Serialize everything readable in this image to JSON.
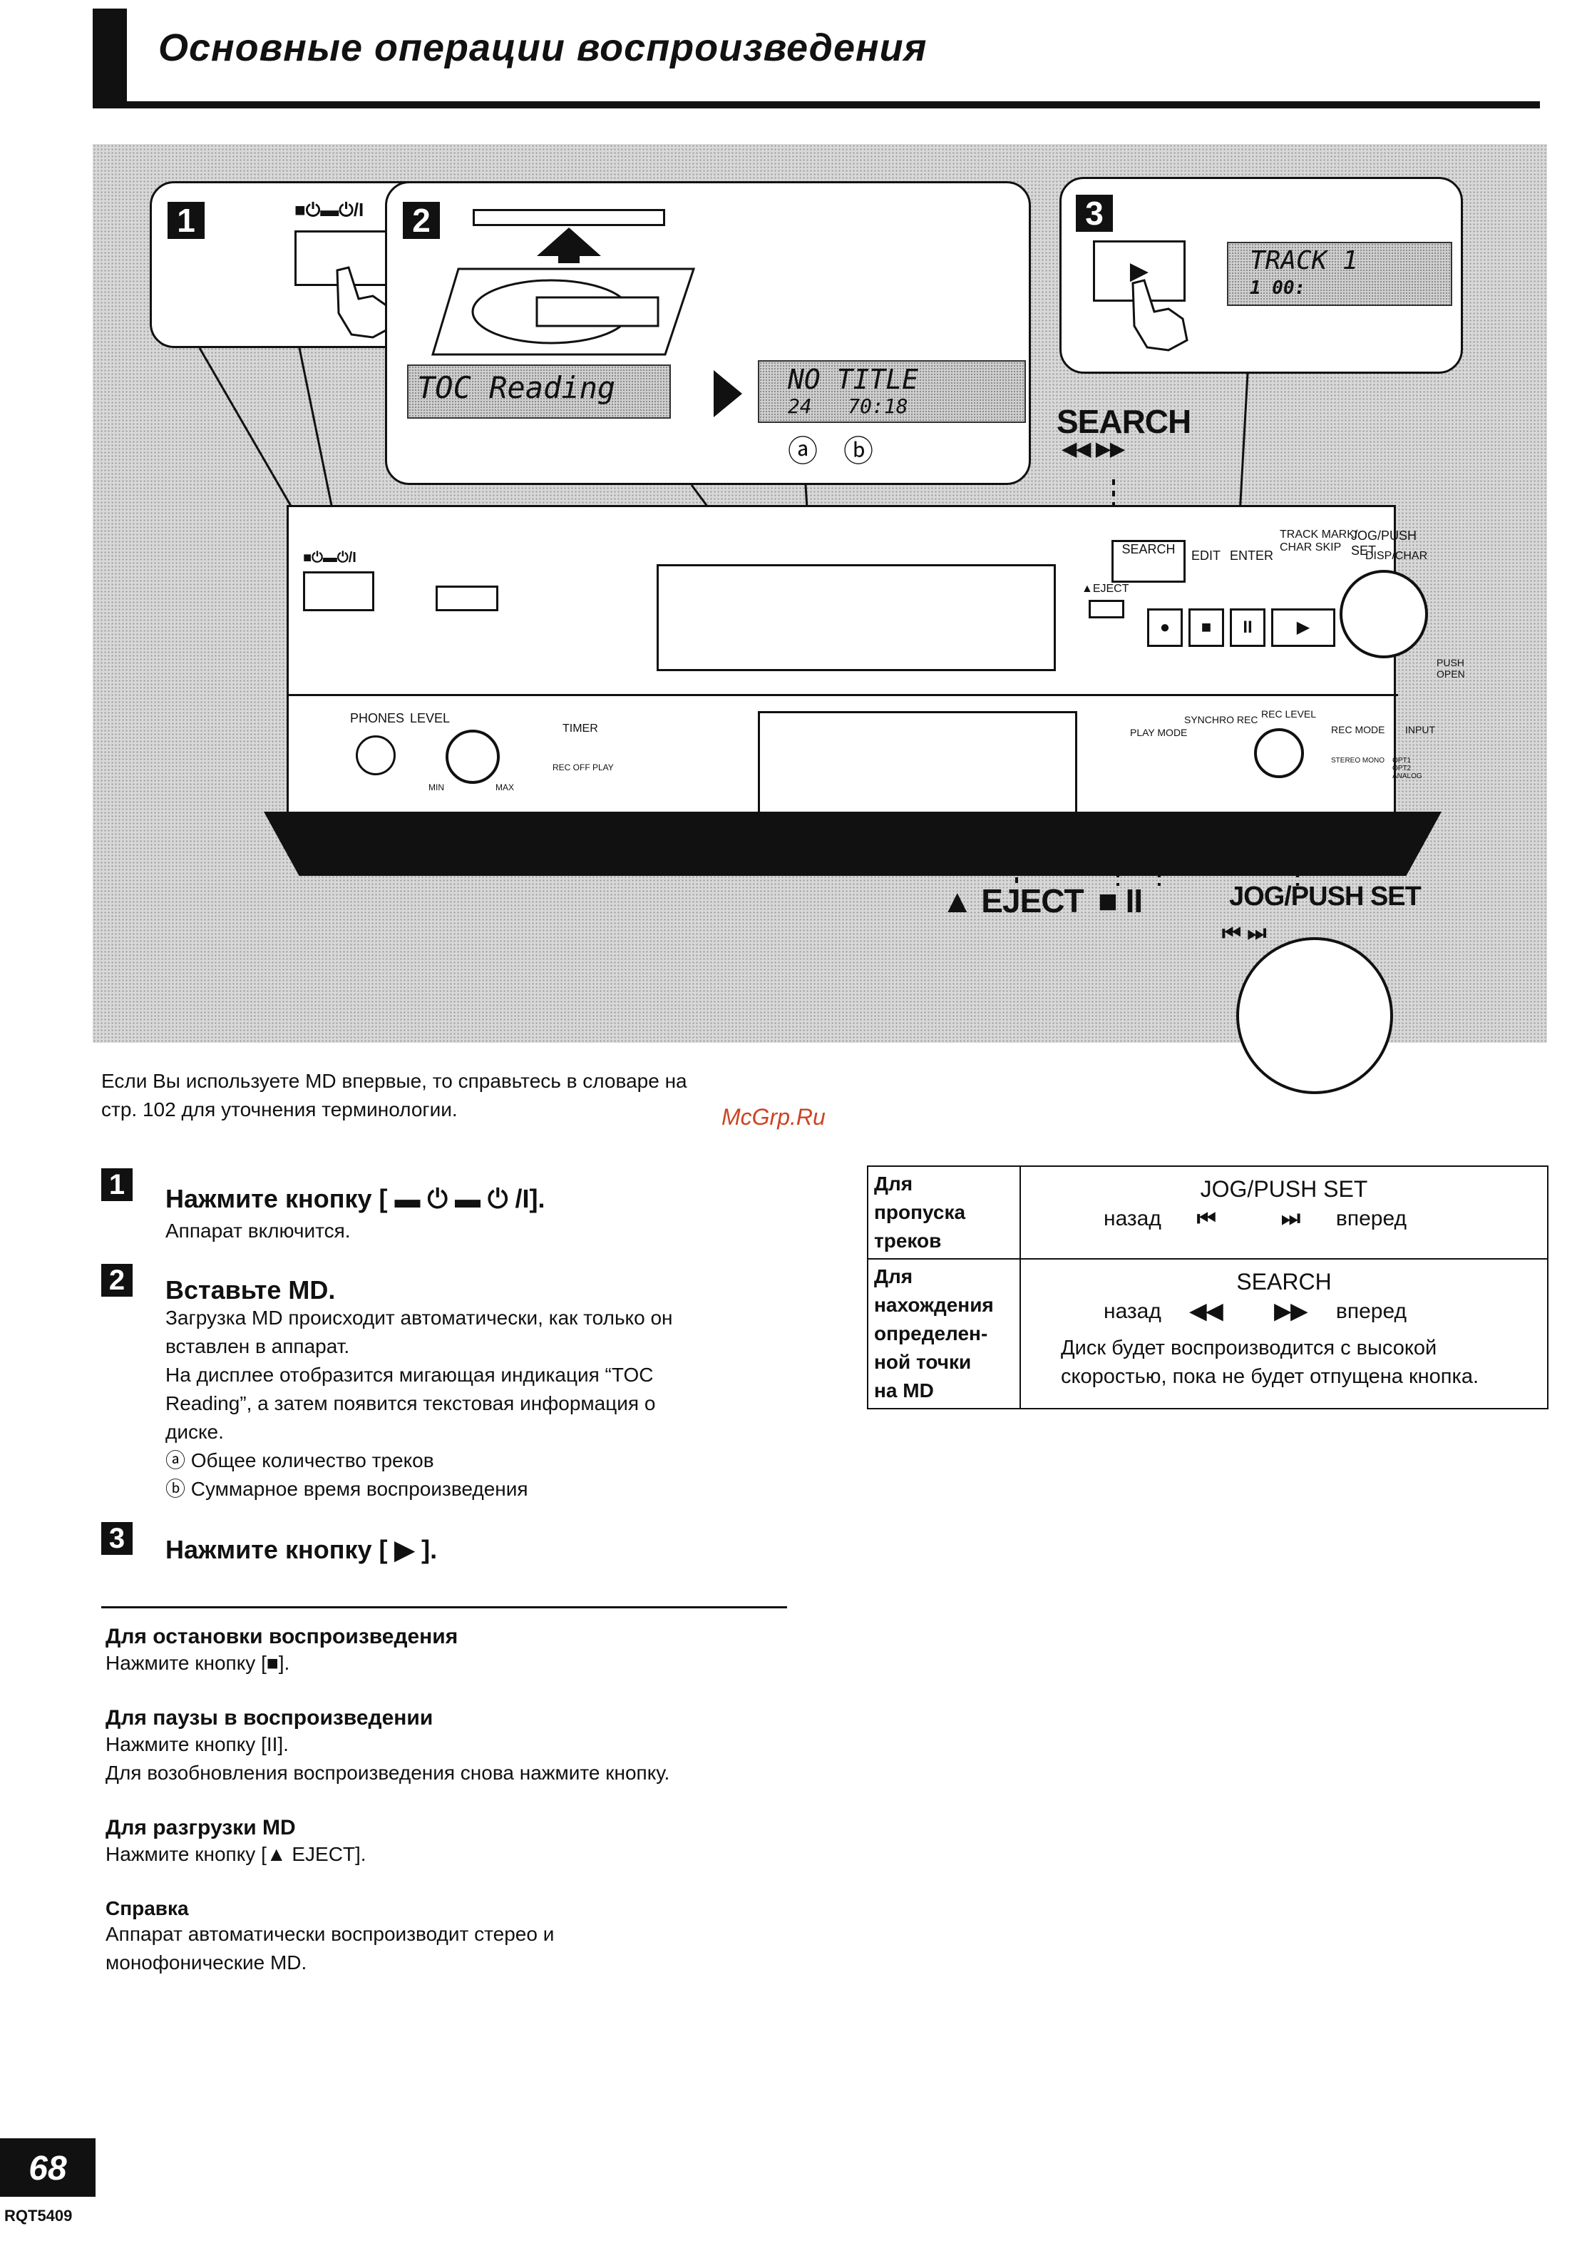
{
  "header": {
    "title": "Основные операции воспроизведения"
  },
  "illustration": {
    "step1_num": "1",
    "step2_num": "2",
    "step3_num": "3",
    "power_symbol": "■⏻▬⏻/I",
    "lcd_toc": "TOC Reading",
    "lcd_title": "NO TITLE",
    "lcd_tracks": "24",
    "lcd_time": "70:18",
    "marker_a": "ⓐ",
    "marker_b": "ⓑ",
    "lcd_track": "TRACK  1",
    "lcd_track_time": "1  00:",
    "play_glyph": "▶",
    "search_label": "SEARCH",
    "search_arrows": "◀◀  ▶▶",
    "device": {
      "search_btn": "SEARCH",
      "edit": "EDIT",
      "enter": "ENTER",
      "track_mark": "TRACK MARK/",
      "char_skip": "CHAR SKIP",
      "jog": "JOG/PUSH SET",
      "disp_char": "DISP/CHAR",
      "push_open": "PUSH OPEN",
      "eject": "▲EJECT",
      "phones": "PHONES",
      "level": "LEVEL",
      "min": "MIN",
      "max": "MAX",
      "timer": "TIMER",
      "timer_sub": "REC OFF PLAY",
      "play_mode": "PLAY MODE",
      "synchro": "SYNCHRO REC",
      "rec_level": "REC LEVEL",
      "rec_mode": "REC MODE",
      "stereo_mono": "STEREO MONO",
      "input": "INPUT",
      "input_sub": "OPT1 OPT2 ANALOG"
    },
    "callout_eject": "▲ EJECT",
    "callout_stop_pause": "■ II",
    "callout_jog": "JOG/PUSH SET",
    "callout_jog_arrows": "⏮         ⏭"
  },
  "intro": {
    "line1": "Если Вы используете MD впервые, то справьтесь в словаре на",
    "line2": "стр. 102 для уточнения терминологии."
  },
  "watermark": "McGrp.Ru",
  "steps": [
    {
      "num": "1",
      "title": "Нажмите кнопку [ ▬ ⏻ ▬ ⏻ /I].",
      "lines": [
        "Аппарат включится."
      ]
    },
    {
      "num": "2",
      "title": "Вставьте MD.",
      "lines": [
        "Загрузка MD происходит автоматически, как только он",
        "вставлен в аппарат.",
        "На дисплее отобразится мигающая индикация “TOC",
        "Reading”, а затем появится текстовая информация о",
        "диске.",
        "ⓐ Общее количество треков",
        "ⓑ Суммарное время воспроизведения"
      ]
    },
    {
      "num": "3",
      "title": "Нажмите кнопку [ ▶ ].",
      "lines": []
    }
  ],
  "sections": [
    {
      "title": "Для остановки воспроизведения",
      "lines": [
        "Нажмите кнопку [■]."
      ]
    },
    {
      "title": "Для паузы в воспроизведении",
      "lines": [
        "Нажмите кнопку [II].",
        "Для возобновления воспроизведения снова нажмите кнопку."
      ]
    },
    {
      "title": "Для разгрузки MD",
      "lines": [
        "Нажмите кнопку [▲ EJECT]."
      ]
    },
    {
      "title": "Справка",
      "lines": [
        "Аппарат автоматически воспроизводит стерео и",
        "монофонические MD."
      ]
    }
  ],
  "table": {
    "row1": {
      "label": [
        "Для",
        "пропуска",
        "треков"
      ],
      "heading": "JOG/PUSH SET",
      "back": "назад",
      "back_sym": "⏮",
      "fwd_sym": "⏭",
      "fwd": "вперед"
    },
    "row2": {
      "label": [
        "Для",
        "нахождения",
        "определен-",
        "ной точки",
        "на MD"
      ],
      "heading": "SEARCH",
      "back": "назад",
      "back_sym": "◀◀",
      "fwd_sym": "▶▶",
      "fwd": "вперед",
      "note1": "Диск будет воспроизводится с высокой",
      "note2": "скоростью, пока не будет отпущена кнопка."
    }
  },
  "footer": {
    "page": "68",
    "code": "RQT5409"
  }
}
